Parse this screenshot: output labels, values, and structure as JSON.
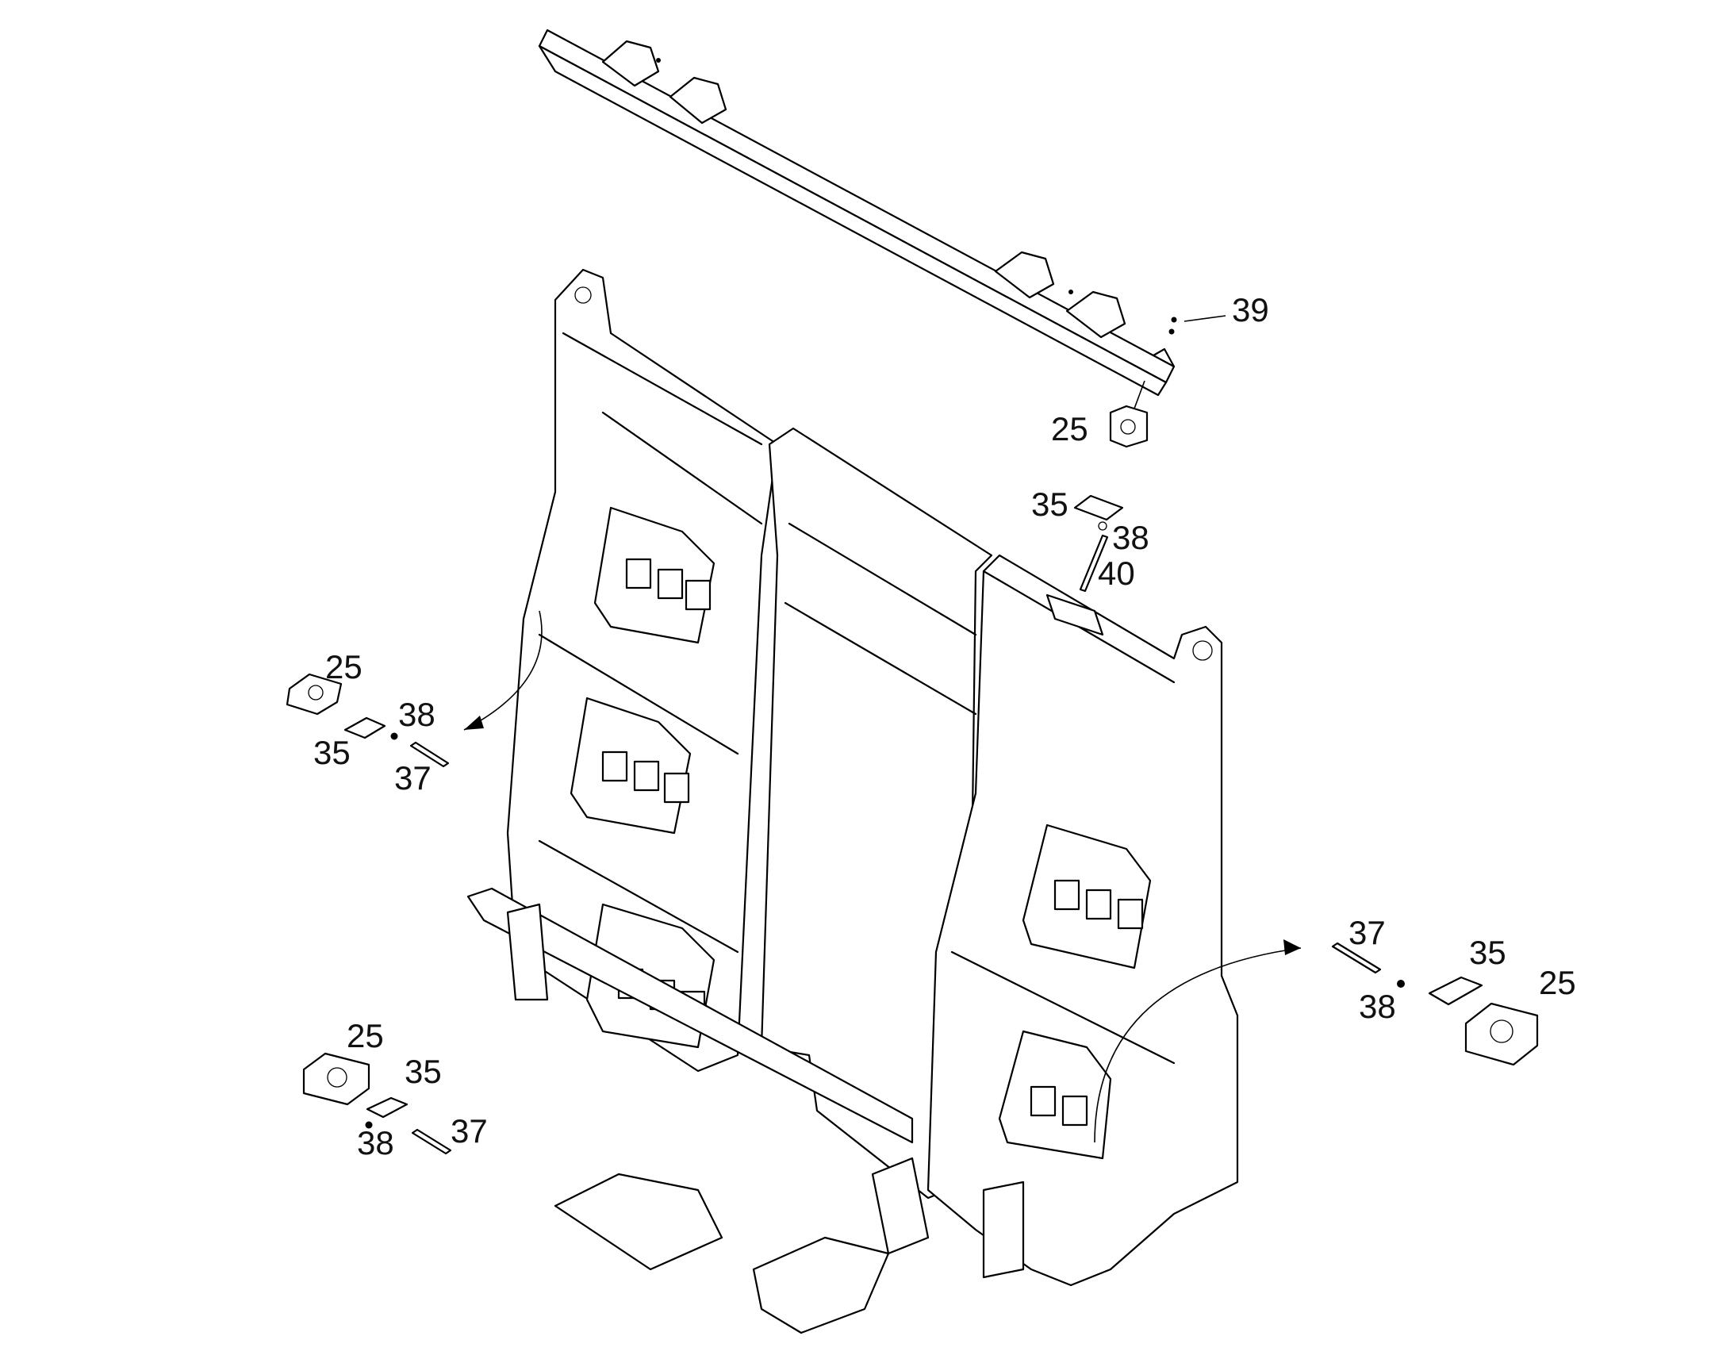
{
  "callouts": {
    "c39": "39",
    "c25_top": "25",
    "c35_top": "35",
    "c38_top": "38",
    "c40_top": "40",
    "c25_left": "25",
    "c35_left": "35",
    "c38_left": "38",
    "c37_left": "37",
    "c25_bl": "25",
    "c35_bl": "35",
    "c38_bl": "38",
    "c37_bl": "37",
    "c37_right": "37",
    "c35_right": "35",
    "c38_right": "38",
    "c25_right": "25"
  }
}
